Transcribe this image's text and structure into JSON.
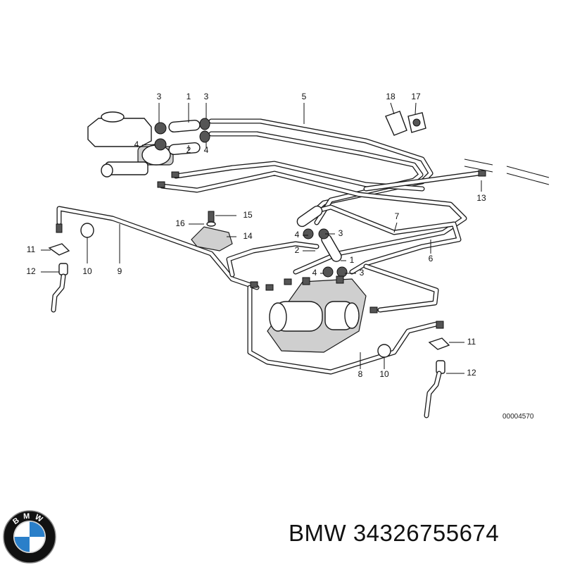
{
  "diagram": {
    "reference_number": "00004570",
    "callouts": [
      {
        "id": "c3a",
        "text": "3"
      },
      {
        "id": "c1a",
        "text": "1"
      },
      {
        "id": "c3b",
        "text": "3"
      },
      {
        "id": "c4a",
        "text": "4"
      },
      {
        "id": "c2a",
        "text": "2"
      },
      {
        "id": "c4b",
        "text": "4"
      },
      {
        "id": "c5",
        "text": "5"
      },
      {
        "id": "c18",
        "text": "18"
      },
      {
        "id": "c17",
        "text": "17"
      },
      {
        "id": "c13",
        "text": "13"
      },
      {
        "id": "c15",
        "text": "15"
      },
      {
        "id": "c16",
        "text": "16"
      },
      {
        "id": "c14",
        "text": "14"
      },
      {
        "id": "c11a",
        "text": "11"
      },
      {
        "id": "c10a",
        "text": "10"
      },
      {
        "id": "c9",
        "text": "9"
      },
      {
        "id": "c12a",
        "text": "12"
      },
      {
        "id": "c7",
        "text": "7"
      },
      {
        "id": "c4c",
        "text": "4"
      },
      {
        "id": "c3c",
        "text": "3"
      },
      {
        "id": "c2b",
        "text": "2"
      },
      {
        "id": "c1b",
        "text": "1"
      },
      {
        "id": "c6",
        "text": "6"
      },
      {
        "id": "c4d",
        "text": "4"
      },
      {
        "id": "c3d",
        "text": "3"
      },
      {
        "id": "c11b",
        "text": "11"
      },
      {
        "id": "c8",
        "text": "8"
      },
      {
        "id": "c10b",
        "text": "10"
      },
      {
        "id": "c12b",
        "text": "12"
      }
    ]
  },
  "brand": {
    "logo_letters": "BMW",
    "logo_colors": {
      "ring": "#111111",
      "blue": "#2a7fc9",
      "white": "#ffffff"
    }
  },
  "caption": {
    "text": "BMW 34326755674"
  }
}
